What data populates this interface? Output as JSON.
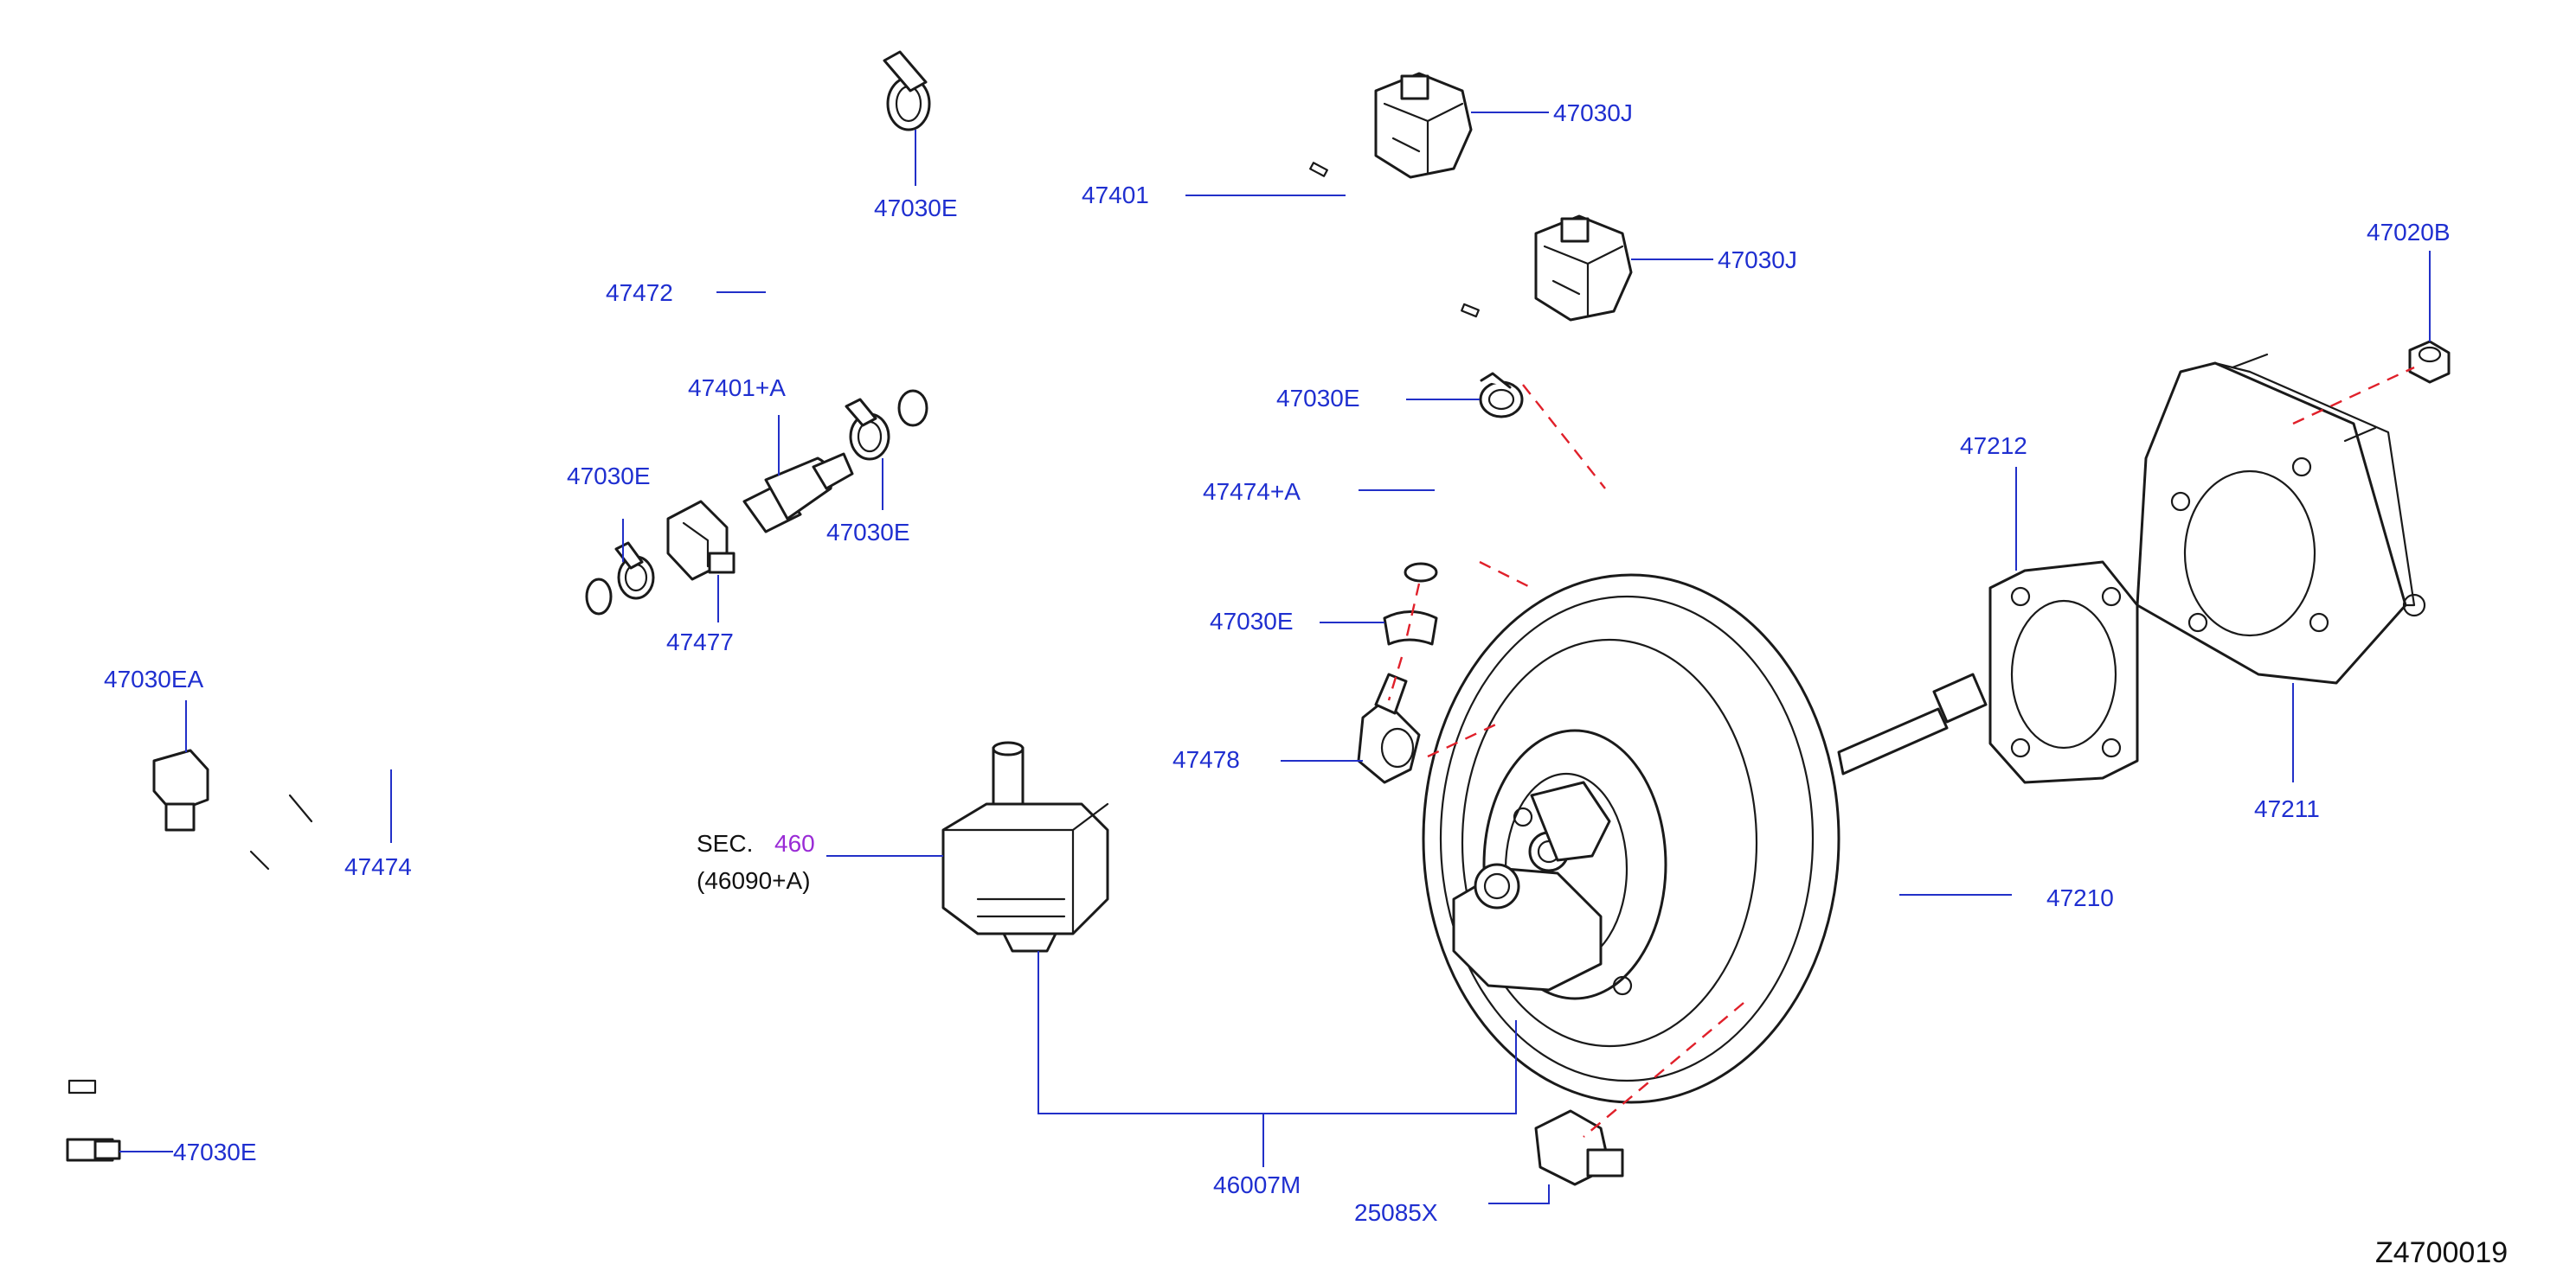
{
  "labels": {
    "p47030J_a": "47030J",
    "p47030J_b": "47030J",
    "p47401": "47401",
    "p47030E_top": "47030E",
    "p47472": "47472",
    "p47401A": "47401+A",
    "p47030E_mid": "47030E",
    "p47030E_left": "47030E",
    "p47477": "47477",
    "p47030EA": "47030EA",
    "p47474": "47474",
    "p47030E_bottom": "47030E",
    "p47030E_clamp": "47030E",
    "p47474A": "47474+A",
    "p47030E_center": "47030E",
    "p47478": "47478",
    "sec_prefix": "SEC.",
    "sec_number": "460",
    "sec_sub": "(46090+A)",
    "p46007M": "46007M",
    "p25085X": "25085X",
    "p47020B": "47020B",
    "p47212": "47212",
    "p47211": "47211",
    "p47210": "47210"
  },
  "diagram_code": "Z4700019",
  "colors": {
    "label": "#1f2fd0",
    "reference": "#9a2bd6",
    "dashed": "#e0202a",
    "line_art": "#1a1a1a"
  }
}
